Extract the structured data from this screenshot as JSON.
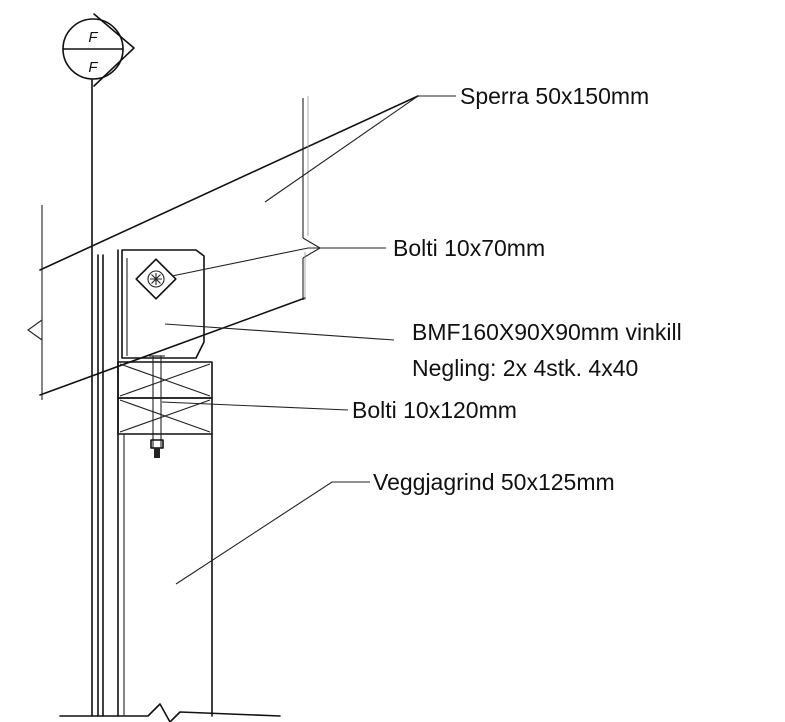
{
  "section_marker": {
    "top": "F",
    "bottom": "F"
  },
  "labels": {
    "sperra": "Sperra 50x150mm",
    "bolti_70": "Bolti 10x70mm",
    "vinkill": "BMF160X90X90mm vinkill",
    "negling": "Negling: 2x 4stk. 4x40",
    "bolti_120": "Bolti 10x120mm",
    "veggjagrind": "Veggjagrind 50x125mm"
  }
}
